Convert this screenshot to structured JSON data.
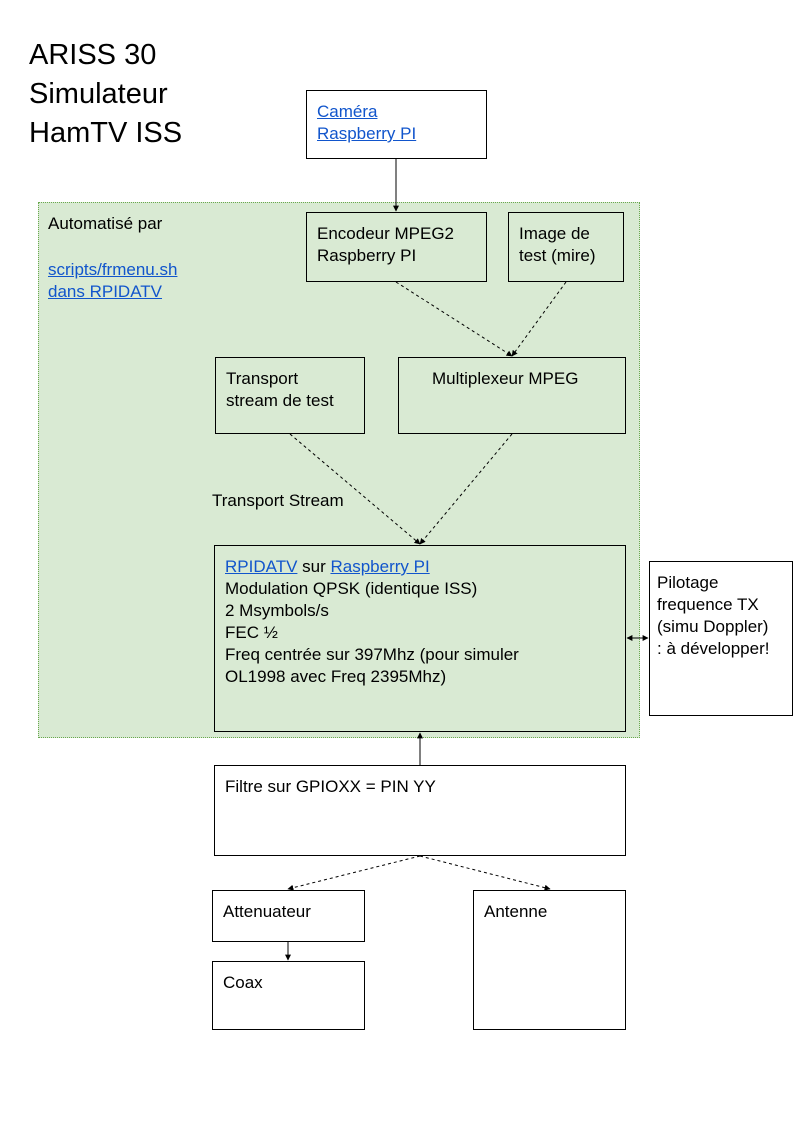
{
  "title": {
    "line1": "ARISS 30",
    "line2": "Simulateur",
    "line3": "HamTV ISS"
  },
  "automation": {
    "text": "Automatisé par",
    "link1": "scripts/frmenu.sh",
    "link2": "dans RPIDATV"
  },
  "boxes": {
    "camera": {
      "line1": "Caméra",
      "line2": "Raspberry PI"
    },
    "encoder": {
      "line1": "Encodeur MPEG2",
      "line2": "Raspberry PI"
    },
    "test_image": {
      "line1": "Image de",
      "line2": "test (mire)"
    },
    "ts_test": {
      "line1": "Transport",
      "line2": "stream de test"
    },
    "mux": {
      "line1": "Multiplexeur MPEG"
    },
    "rpidatv": {
      "link_rpidatv": "RPIDATV",
      "sur": " sur ",
      "link_rpi": "Raspberry PI",
      "line2": "Modulation QPSK (identique ISS)",
      "line3": "2 Msymbols/s",
      "line4": "FEC ½",
      "line5": "Freq centrée sur 397Mhz (pour simuler",
      "line6": "OL1998 avec Freq 2395Mhz)"
    },
    "pilotage": {
      "line1": "Pilotage",
      "line2": "frequence TX",
      "line3": "(simu Doppler)",
      "line4": ": à développer!"
    },
    "filter": {
      "line1": "Filtre sur GPIOXX = PIN YY"
    },
    "attenuator": {
      "line1": "Attenuateur"
    },
    "antenna": {
      "line1": "Antenne"
    },
    "coax": {
      "line1": "Coax"
    }
  },
  "ts_label": "Transport Stream",
  "colors": {
    "region_fill": "#d9ead3",
    "region_border": "#6aa84f",
    "link": "#1155cc"
  }
}
